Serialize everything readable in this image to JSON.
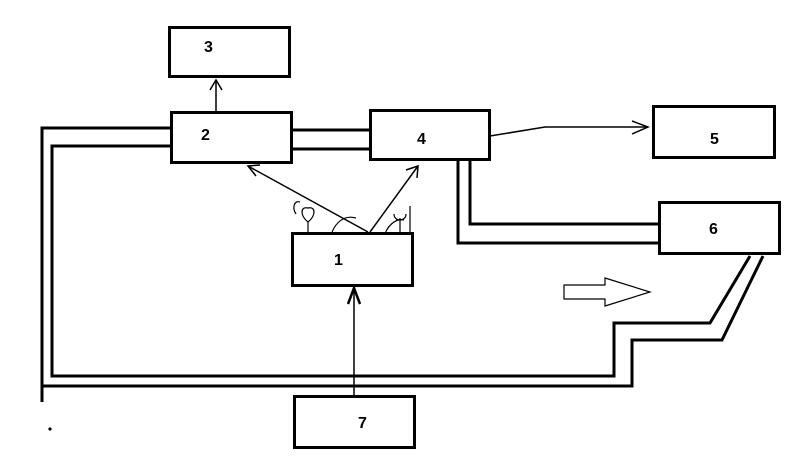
{
  "blocks": {
    "b1": {
      "label": "1"
    },
    "b2": {
      "label": "2"
    },
    "b3": {
      "label": "3"
    },
    "b4": {
      "label": "4"
    },
    "b5": {
      "label": "5"
    },
    "b6": {
      "label": "6"
    },
    "b7": {
      "label": "7"
    }
  }
}
